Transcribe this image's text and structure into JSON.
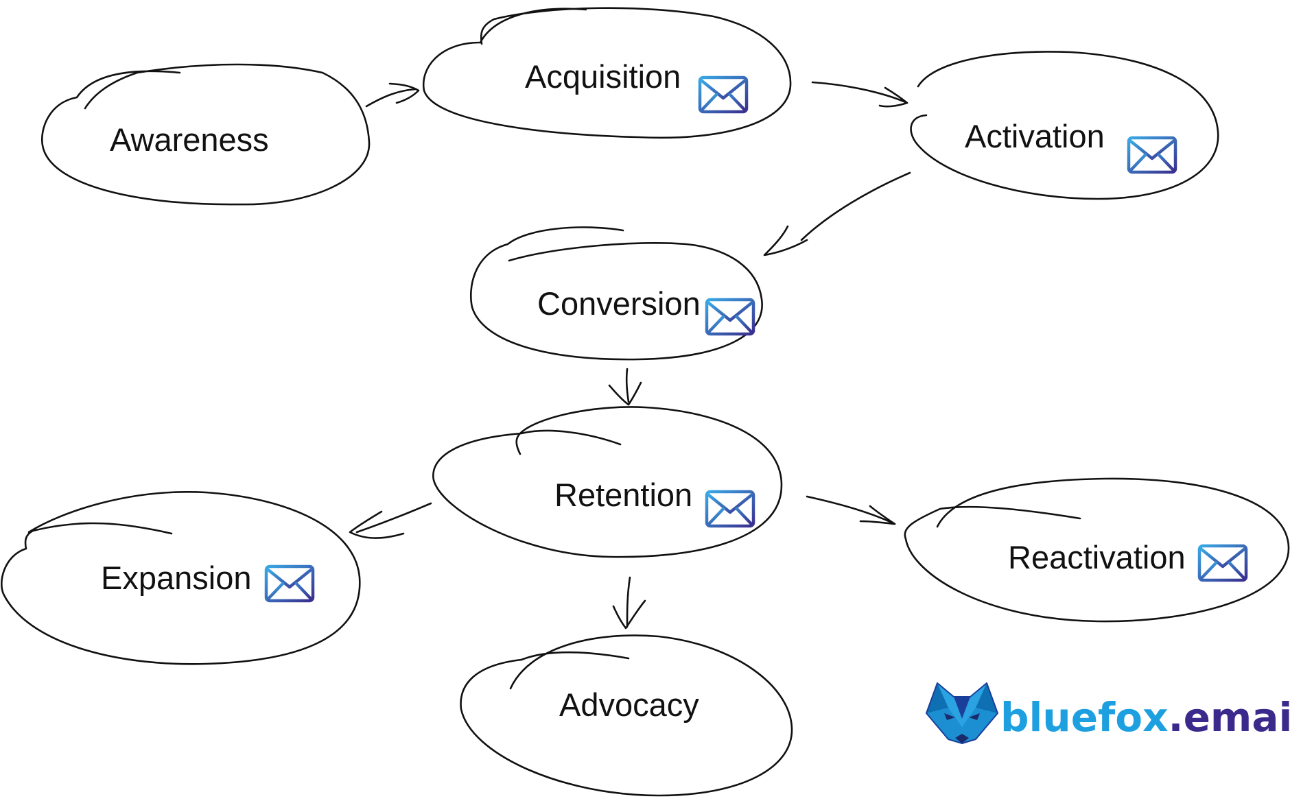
{
  "diagram": {
    "nodes": [
      {
        "id": "awareness",
        "label": "Awareness",
        "email_icon": false
      },
      {
        "id": "acquisition",
        "label": "Acquisition",
        "email_icon": true
      },
      {
        "id": "activation",
        "label": "Activation",
        "email_icon": true
      },
      {
        "id": "conversion",
        "label": "Conversion",
        "email_icon": true
      },
      {
        "id": "retention",
        "label": "Retention",
        "email_icon": true
      },
      {
        "id": "expansion",
        "label": "Expansion",
        "email_icon": true
      },
      {
        "id": "reactivation",
        "label": "Reactivation",
        "email_icon": true
      },
      {
        "id": "advocacy",
        "label": "Advocacy",
        "email_icon": false
      }
    ],
    "edges": [
      {
        "from": "awareness",
        "to": "acquisition"
      },
      {
        "from": "acquisition",
        "to": "activation"
      },
      {
        "from": "activation",
        "to": "conversion"
      },
      {
        "from": "conversion",
        "to": "retention"
      },
      {
        "from": "retention",
        "to": "expansion"
      },
      {
        "from": "retention",
        "to": "reactivation"
      },
      {
        "from": "retention",
        "to": "advocacy"
      }
    ]
  },
  "icons": {
    "node_icon": "envelope-icon",
    "logo_icon": "fox-head-icon"
  },
  "brand": {
    "name": "bluefox",
    "domain": ".email"
  },
  "colors": {
    "ink": "#111111",
    "envelope_light": "#3aa8e4",
    "envelope_dark": "#3a2f8f",
    "brand_blue": "#1ea0e0",
    "brand_purple": "#3b2a8c"
  }
}
